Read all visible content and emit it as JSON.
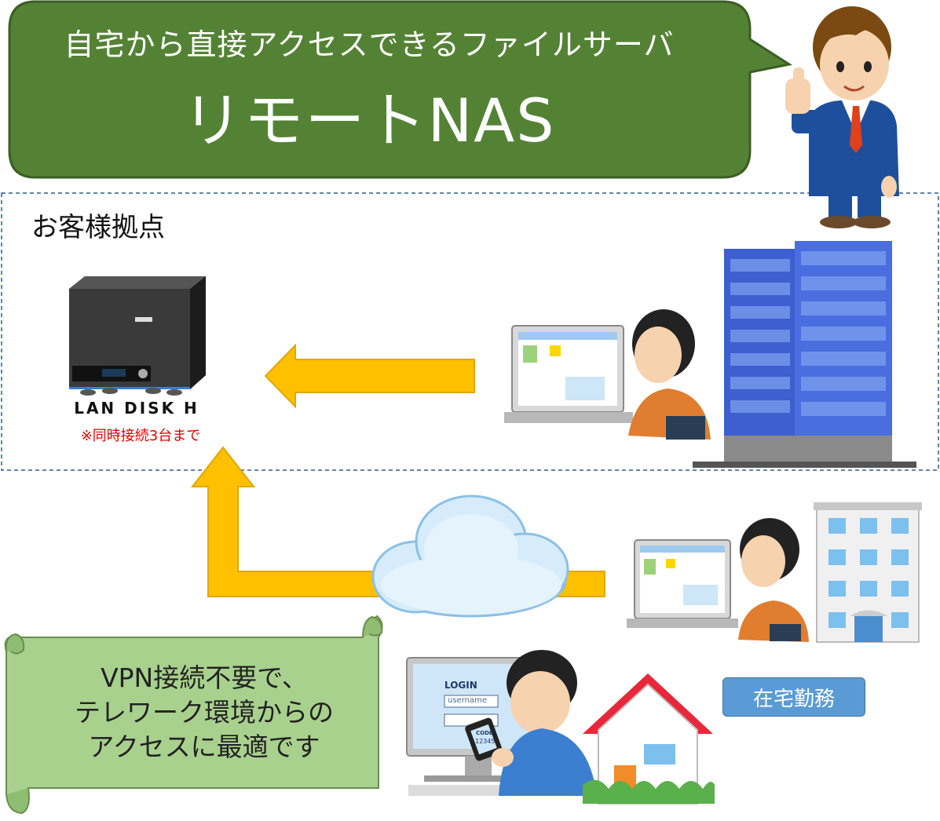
{
  "header": {
    "subtitle": "自宅から直接アクセスできるファイルサーバ",
    "title": "リモートNAS"
  },
  "site": {
    "label": "お客様拠点",
    "nas_logo": "LAN DISK H",
    "nas_note": "※同時接続3台まで"
  },
  "remote": {
    "badge": "在宅勤務",
    "login_title": "LOGIN",
    "login_username": "username",
    "phone_code_label": "CODE",
    "phone_code_value": "12345"
  },
  "note": {
    "lines": [
      "VPN接続不要で、",
      "テレワーク環境からの",
      "アクセスに最適です"
    ]
  },
  "colors": {
    "bubble_green": "#548235",
    "arrow_yellow": "#ffc000",
    "scroll_green": "#a9d18e",
    "badge_blue": "#5b9bd5",
    "note_red": "#e00000"
  }
}
